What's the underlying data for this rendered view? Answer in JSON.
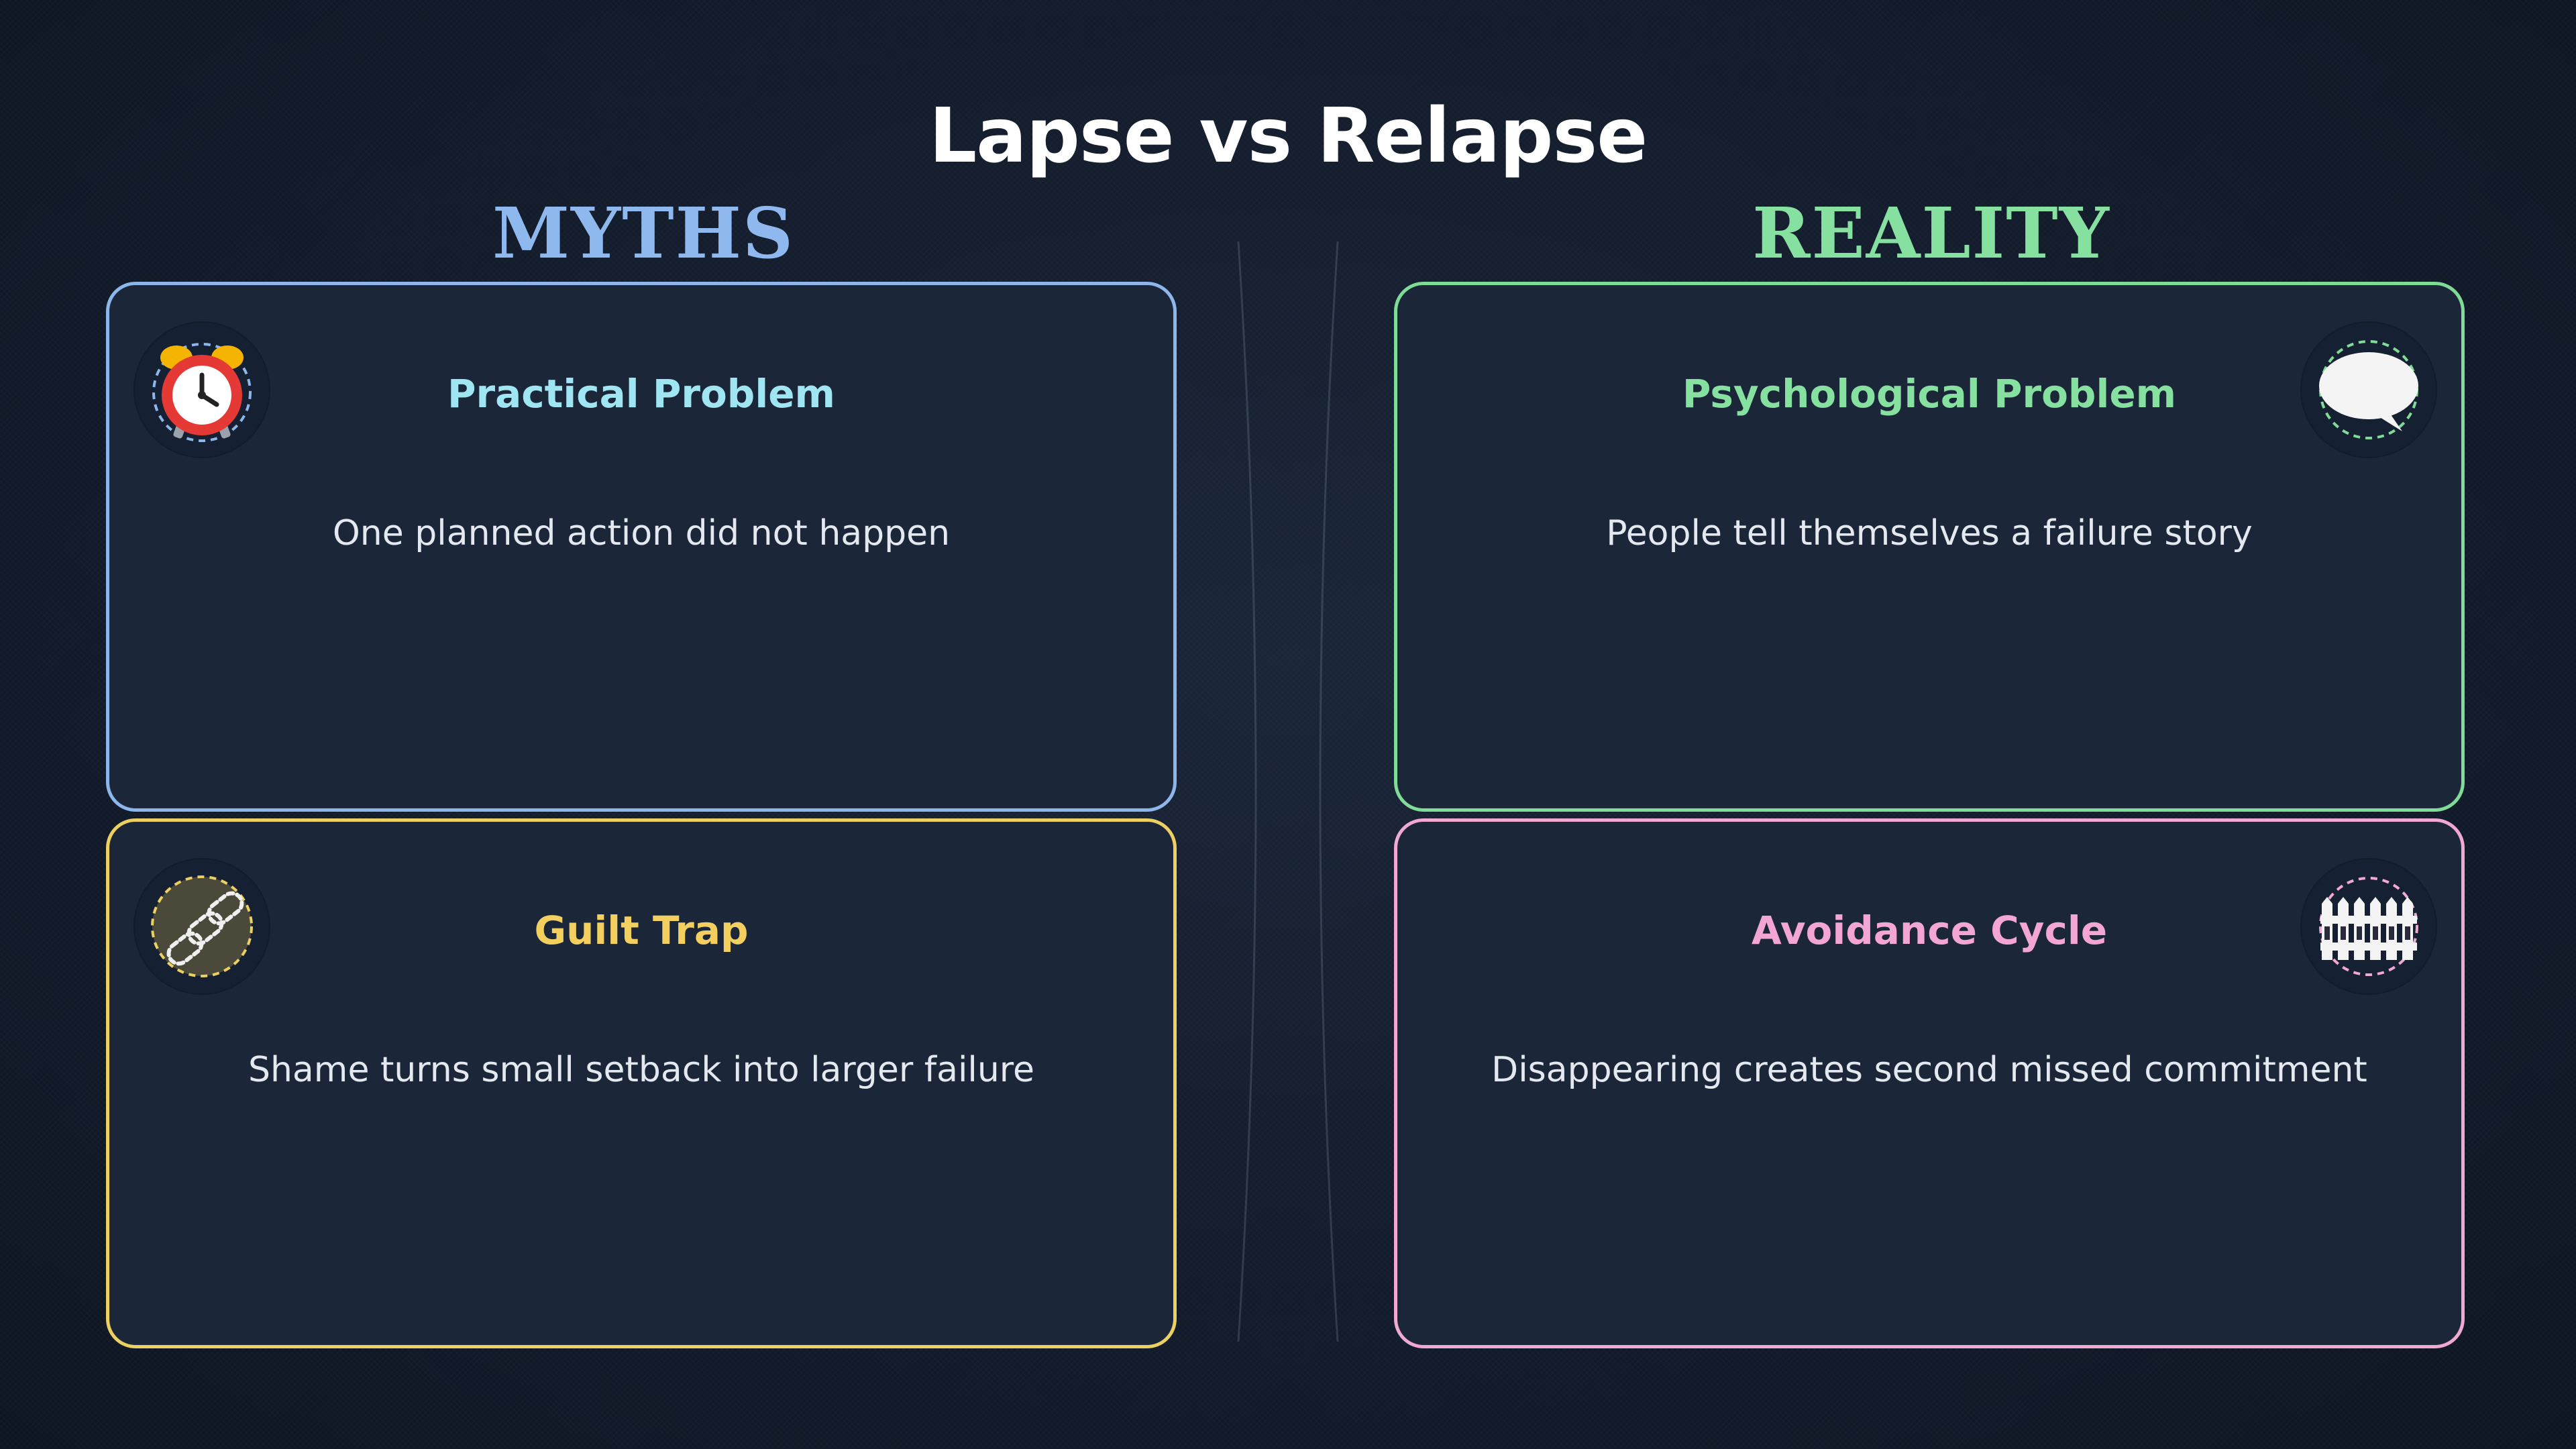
{
  "slide": {
    "title": "Lapse vs Relapse"
  },
  "columns": {
    "myths": "MYTHS",
    "reality": "REALITY"
  },
  "colors": {
    "myths_accent": "#8fb8ee",
    "reality_accent": "#86e0a0",
    "practical_border": "#8db6ea",
    "psychological_border": "#7fdc96",
    "guilt_border": "#ecd061",
    "avoidance_border": "#f0a9d2"
  },
  "cards": [
    {
      "title": "Practical Problem",
      "body": "One planned action did not happen",
      "icon": "alarm-clock-icon"
    },
    {
      "title": "Psychological Problem",
      "body": "People tell themselves a failure story",
      "icon": "speech-bubble-icon"
    },
    {
      "title": "Guilt Trap",
      "body": "Shame turns small setback into larger failure",
      "icon": "chains-icon"
    },
    {
      "title": "Avoidance Cycle",
      "body": "Disappearing creates second missed commitment",
      "icon": "fence-icon"
    }
  ]
}
